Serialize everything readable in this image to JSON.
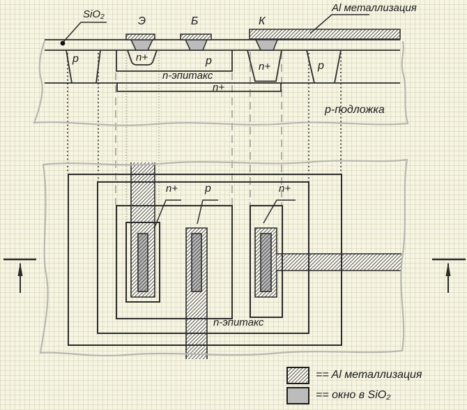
{
  "diagram": {
    "labels": {
      "sio2": "SiO₂",
      "al_metallization": "Al металлизация",
      "terminal_emitter": "Э",
      "terminal_base": "Б",
      "terminal_collector": "К",
      "cross_p_left": "p",
      "cross_n_plus_emitter": "n+",
      "cross_p_base": "p",
      "cross_n_plus_collector": "n+",
      "cross_p_right": "p",
      "cross_n_epitax": "n-эпитакс",
      "cross_n_plus_buried": "n+",
      "cross_p_substrate": "p-подложка",
      "plan_n_plus_emitter": "n+",
      "plan_p_base": "p",
      "plan_n_plus_collector": "n+",
      "plan_n_epitax": "n-эпитакс"
    },
    "legend": {
      "items": [
        {
          "swatch": "al-hatch",
          "label": "== Al металлизация"
        },
        {
          "swatch": "sio2-window",
          "label": "== окно в SiO₂"
        }
      ]
    },
    "colors": {
      "line": "#2b2b2b",
      "window_gray": "#bcbcbc",
      "torn_edge": "#b7b7b0",
      "paper": "#f6f4e3"
    }
  }
}
